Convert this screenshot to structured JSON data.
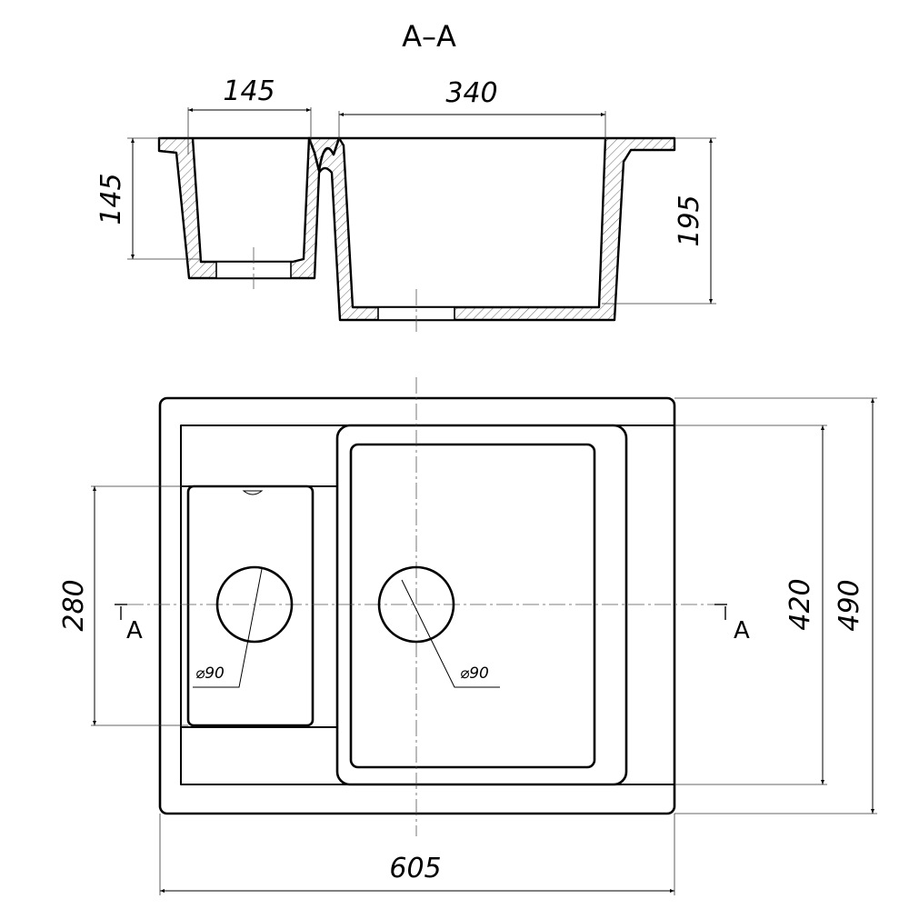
{
  "section": {
    "title": "A–A",
    "dims": {
      "small_bowl_width": "145",
      "large_bowl_width": "340",
      "small_bowl_depth": "145",
      "large_bowl_depth": "195"
    }
  },
  "plan": {
    "dims": {
      "overall_width": "605",
      "small_bowl_length": "280",
      "bowl_area_depth": "420",
      "overall_depth": "490"
    },
    "drains": {
      "small": "⌀90",
      "large": "⌀90"
    },
    "section_mark": "A"
  }
}
